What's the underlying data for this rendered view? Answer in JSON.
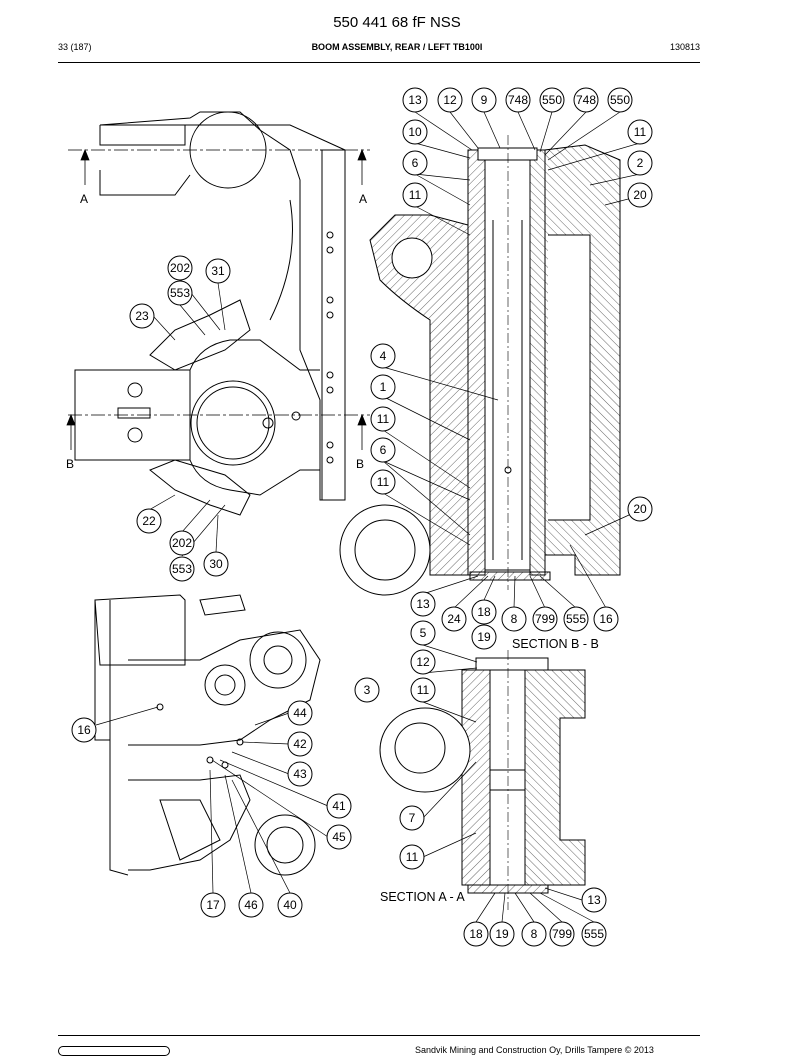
{
  "header": {
    "doc_number": "550 441 68 fF NSS",
    "page": "33 (187)",
    "title": "BOOM ASSEMBLY, REAR / LEFT TB100I",
    "date": "130813"
  },
  "footer": {
    "copyright": "Sandvik Mining and Construction Oy, Drills Tampere © 2013"
  },
  "section_labels": {
    "section_bb": "SECTION B - B",
    "section_aa": "SECTION A - A"
  },
  "view_markers": {
    "a": "A",
    "b": "B"
  },
  "callouts_top_right": [
    "13",
    "12",
    "9",
    "748",
    "550",
    "748",
    "550",
    "10",
    "11",
    "6",
    "2",
    "11",
    "20",
    "4",
    "1",
    "11",
    "6",
    "11",
    "20",
    "13",
    "24",
    "18",
    "19",
    "8",
    "799",
    "555",
    "16",
    "5"
  ],
  "callouts_bottom_right": [
    "12",
    "3",
    "11",
    "7",
    "11",
    "13",
    "18",
    "19",
    "8",
    "799",
    "555"
  ],
  "callouts_top_left": [
    "202",
    "31",
    "553",
    "23",
    "22",
    "202",
    "553",
    "30"
  ],
  "callouts_bottom_left": [
    "16",
    "44",
    "42",
    "43",
    "41",
    "45",
    "17",
    "46",
    "40"
  ],
  "colors": {
    "line": "#000000",
    "background": "#ffffff"
  }
}
